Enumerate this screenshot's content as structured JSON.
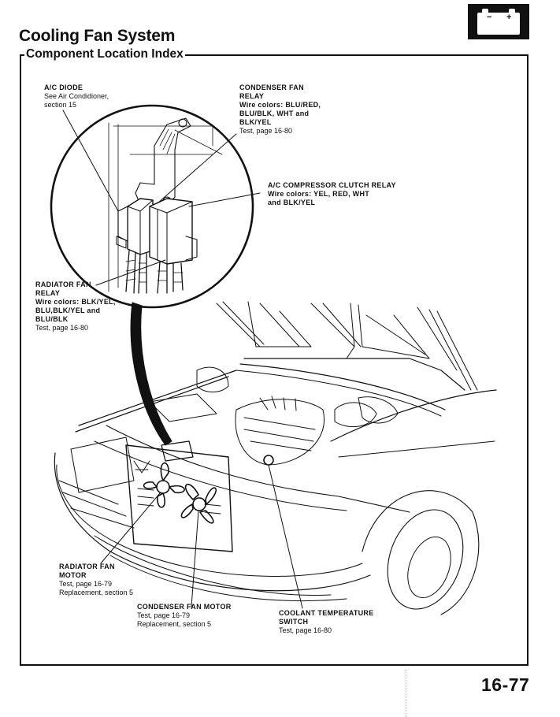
{
  "header": {
    "title": "Cooling Fan System",
    "subtitle": "Component Location Index",
    "section_icon": "battery-icon",
    "battery_minus": "−",
    "battery_plus": "+"
  },
  "callouts": {
    "ac_diode": {
      "name": "A/C DIODE",
      "lines": [
        "See Air Condidioner,",
        "section 15"
      ]
    },
    "condenser_fan_relay": {
      "name_lines": [
        "CONDENSER FAN",
        "RELAY"
      ],
      "wire_lines": [
        "Wire colors: BLU/RED,",
        "BLU/BLK, WHT and",
        "BLK/YEL"
      ],
      "lines": [
        "Test, page 16-80"
      ]
    },
    "ac_compressor_clutch_relay": {
      "name": "A/C COMPRESSOR CLUTCH RELAY",
      "wire_lines": [
        "Wire colors: YEL, RED, WHT",
        "and BLK/YEL"
      ]
    },
    "radiator_fan_relay": {
      "name_lines": [
        "RADIATOR FAN",
        "RELAY"
      ],
      "wire_lines": [
        "Wire colors: BLK/YEL,",
        "BLU,BLK/YEL and",
        "BLU/BLK"
      ],
      "lines": [
        "Test, page 16-80"
      ]
    },
    "radiator_fan_motor": {
      "name_lines": [
        "RADIATOR FAN",
        "MOTOR"
      ],
      "lines": [
        "Test, page 16-79",
        "Replacement, section 5"
      ]
    },
    "condenser_fan_motor": {
      "name": "CONDENSER FAN MOTOR",
      "lines": [
        "Test, page 16-79",
        "Replacement, section 5"
      ]
    },
    "coolant_temperature_switch": {
      "name_lines": [
        "COOLANT TEMPERATURE",
        "SWITCH"
      ],
      "lines": [
        "Test, page 16-80"
      ]
    }
  },
  "footer": {
    "page_number": "16-77"
  }
}
